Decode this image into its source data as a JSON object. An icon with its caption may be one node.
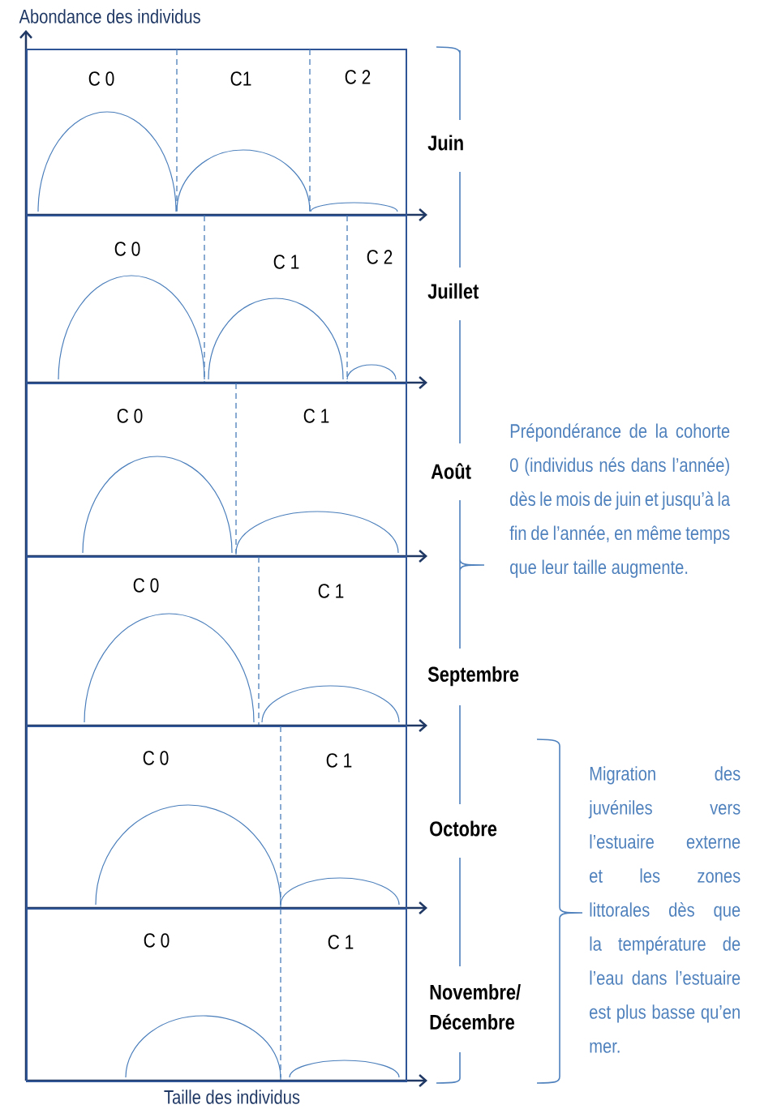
{
  "diagram": {
    "nodes": [
      {
        "text": [
          "C 0",
          "C1",
          "C 2"
        ]
      },
      {
        "text": [
          "C 0",
          "C 1",
          "C 2"
        ]
      },
      {
        "text": [
          "C 0",
          "C 1"
        ]
      },
      {
        "text": [
          "C 0",
          "C 1"
        ]
      },
      {
        "text": [
          "C 0",
          "C 1"
        ]
      },
      {
        "text": [
          "C 0",
          "C 1"
        ]
      }
    ],
    "labels": [
      "Abondance des individus",
      "Juin",
      "Juillet",
      "Août",
      "Septembre",
      "Octobre",
      "Novembre/ Décembre",
      "Prépondérance de la cohorte 0 (individus nés dans l’année) dès le mois de juin et jusqu’à la fin de l’année, en même temps que leur taille augmente.",
      "Migration des juvéniles vers l’estuaire externe et les zones littorales dès que la température de l’eau dans l’estuaire est plus basse qu’en mer.",
      "Taille des individus"
    ]
  }
}
